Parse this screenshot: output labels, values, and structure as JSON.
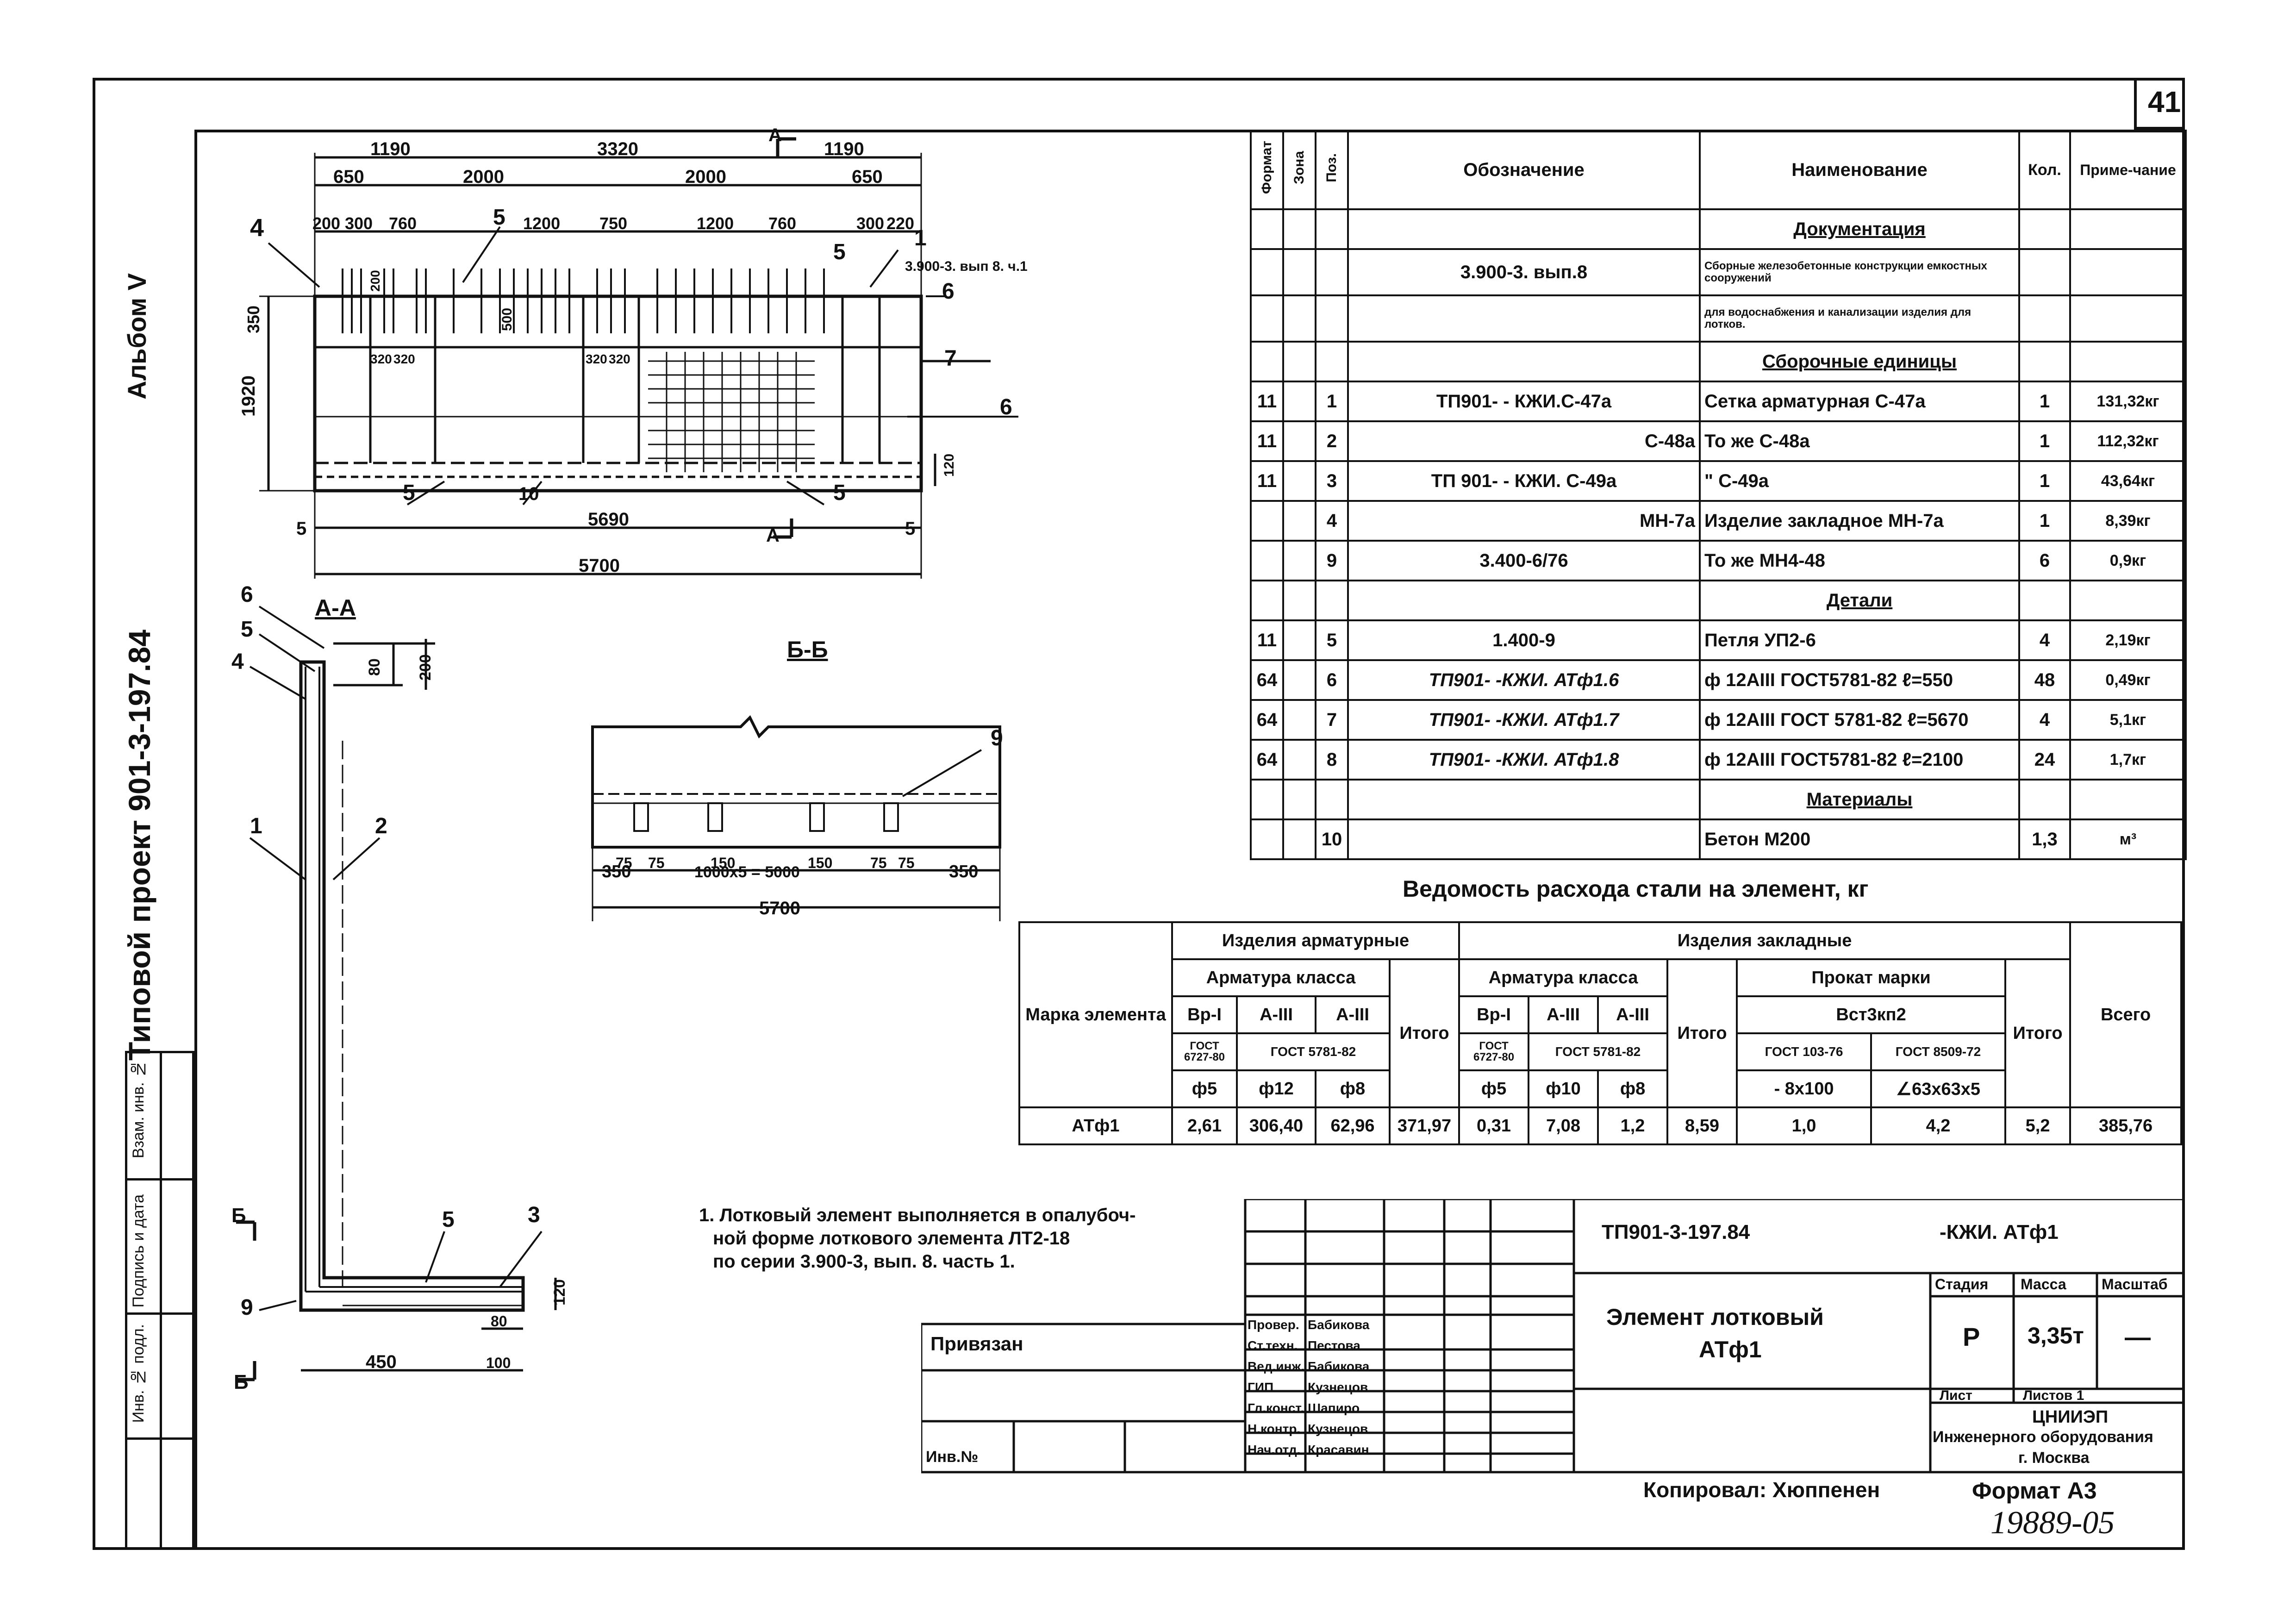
{
  "sheet": {
    "number": "41",
    "album": "Альбом V",
    "project": "Типовой проект 901-3-197.84",
    "copied_by": "Копировал: Хюппенен",
    "format": "Формат А3",
    "stamp_number": "19889-05"
  },
  "side_stamp": {
    "inv_podl": "Инв. № подл.",
    "podpis": "Подпись и дата",
    "vzam": "Взам. инв. №"
  },
  "drawing": {
    "plan_dims": {
      "top_1190_left": "1190",
      "top_3320": "3320",
      "top_1190_right": "1190",
      "d650_l": "650",
      "d2000_l": "2000",
      "d2000_r": "2000",
      "d650_r": "650",
      "d200": "200",
      "d300": "300",
      "d760_l": "760",
      "d1200_l": "1200",
      "d750": "750",
      "d1200_r": "1200",
      "d760_r": "760",
      "d300_r": "300",
      "d220": "220",
      "d350": "350",
      "d1920": "1920",
      "d200v": "200",
      "d500": "500",
      "d120": "120",
      "d320a": "320",
      "d320b": "320",
      "d320c": "320",
      "d320d": "320",
      "d5_left": "5",
      "d5690": "5690",
      "d5_right": "5",
      "d5700": "5700",
      "ref_note": "3.900-3. вып 8. ч.1"
    },
    "plan_labels": {
      "l4": "4",
      "l5a": "5",
      "l5b": "5",
      "l1": "1",
      "l6a": "6",
      "l7": "7",
      "l6b": "6",
      "l5c": "5",
      "l10": "10",
      "l5d": "5",
      "cutA_top": "А",
      "cutA_bottom": "А"
    },
    "section_aa": {
      "title": "А-А",
      "l6": "6",
      "l5": "5",
      "l4": "4",
      "l1": "1",
      "l2": "2",
      "l5b": "5",
      "l3": "3",
      "l9": "9",
      "cutB_top": "Б",
      "cutB_bottom": "Б",
      "d80": "80",
      "d200": "200",
      "d120": "120",
      "d80b": "80",
      "d100": "100",
      "d450": "450"
    },
    "section_bb": {
      "title": "Б-Б",
      "l9": "9",
      "d75a": "75",
      "d75b": "75",
      "d150a": "150",
      "d150b": "150",
      "d75c": "75",
      "d75d": "75",
      "d350_l": "350",
      "d1000": "1000х5 = 5000",
      "d350_r": "350",
      "d5700": "5700"
    }
  },
  "spec": {
    "headers": {
      "format": "Формат",
      "zone": "Зона",
      "pos": "Поз.",
      "designation": "Обозначение",
      "name": "Наименование",
      "qty": "Кол.",
      "note": "Приме-чание"
    },
    "rows": [
      {
        "f": "",
        "z": "",
        "p": "",
        "d": "",
        "n": "Документация",
        "q": "",
        "note": "",
        "section": true
      },
      {
        "f": "",
        "z": "",
        "p": "",
        "d": "3.900-3. вып.8",
        "n": "Сборные железобетонные конструкции емкостных сооружений",
        "q": "",
        "note": "",
        "small": true
      },
      {
        "f": "",
        "z": "",
        "p": "",
        "d": "",
        "n": "для водоснабжения и канализации изделия для лотков.",
        "q": "",
        "note": "",
        "small": true
      },
      {
        "f": "",
        "z": "",
        "p": "",
        "d": "",
        "n": "Сборочные единицы",
        "q": "",
        "note": "",
        "section": true
      },
      {
        "f": "11",
        "z": "",
        "p": "1",
        "d": "ТП901-      - КЖИ.С-47а",
        "n": "Сетка арматурная  С-47а",
        "q": "1",
        "note": "131,32кг"
      },
      {
        "f": "11",
        "z": "",
        "p": "2",
        "d": "С-48а",
        "n": "То же          С-48а",
        "q": "1",
        "note": "112,32кг"
      },
      {
        "f": "11",
        "z": "",
        "p": "3",
        "d": "ТП 901-     - КЖИ. С-49а",
        "n": "\"            С-49а",
        "q": "1",
        "note": "43,64кг"
      },
      {
        "f": "",
        "z": "",
        "p": "4",
        "d": "МН-7а",
        "n": "Изделие закладное МН-7а",
        "q": "1",
        "note": "8,39кг"
      },
      {
        "f": "",
        "z": "",
        "p": "9",
        "d": "3.400-6/76",
        "n": "То же        МН4-48",
        "q": "6",
        "note": "0,9кг"
      },
      {
        "f": "",
        "z": "",
        "p": "",
        "d": "",
        "n": "Детали",
        "q": "",
        "note": "",
        "section": true
      },
      {
        "f": "11",
        "z": "",
        "p": "5",
        "d": "1.400-9",
        "n": "Петля          УП2-6",
        "q": "4",
        "note": "2,19кг"
      },
      {
        "f": "64",
        "z": "",
        "p": "6",
        "d": "ТП901-        -КЖИ. АТф1.6",
        "n": "ф 12АIII ГОСТ5781-82  ℓ=550",
        "q": "48",
        "note": "0,49кг"
      },
      {
        "f": "64",
        "z": "",
        "p": "7",
        "d": "ТП901-        -КЖИ. АТф1.7",
        "n": "ф 12АIII ГОСТ 5781-82  ℓ=5670",
        "q": "4",
        "note": "5,1кг"
      },
      {
        "f": "64",
        "z": "",
        "p": "8",
        "d": "ТП901-        -КЖИ. АТф1.8",
        "n": "ф 12АIII ГОСТ5781-82  ℓ=2100",
        "q": "24",
        "note": "1,7кг"
      },
      {
        "f": "",
        "z": "",
        "p": "",
        "d": "",
        "n": "Материалы",
        "q": "",
        "note": "",
        "section": true
      },
      {
        "f": "",
        "z": "",
        "p": "10",
        "d": "",
        "n": "Бетон М200",
        "q": "1,3",
        "note": "м³"
      }
    ]
  },
  "steel": {
    "title": "Ведомость расхода стали на элемент, кг",
    "mark_label": "Марка элемента",
    "arm_products": "Изделия  арматурные",
    "embed_products": "Изделия  закладные",
    "arm_class_1": "Арматура  класса",
    "arm_class_2": "Арматура  класса",
    "prokat": "Прокат  марки",
    "vst": "Вст3кп2",
    "total": "Итого",
    "grand_total": "Всего",
    "c1": "Вр-I",
    "c2": "А-III",
    "c3": "А-III",
    "c4": "Вр-I",
    "c5": "А-III",
    "c6": "А-III",
    "g1": "ГОСТ 6727-80",
    "g2": "ГОСТ 5781-82",
    "g3": "ГОСТ 6727-80",
    "g4": "ГОСТ 5781-82",
    "g5": "ГОСТ 103-76",
    "g6": "ГОСТ 8509-72",
    "d1": "ф5",
    "d2": "ф12",
    "d3": "ф8",
    "d4": "ф5",
    "d5": "ф10",
    "d6": "ф8",
    "d7": "- 8х100",
    "d8": "∠63х63х5",
    "row": {
      "mark": "АТф1",
      "v1": "2,61",
      "v2": "306,40",
      "v3": "62,96",
      "t1": "371,97",
      "v4": "0,31",
      "v5": "7,08",
      "v6": "1,2",
      "t2": "8,59",
      "v7": "1,0",
      "v8": "4,2",
      "t3": "5,2",
      "grand": "385,76"
    }
  },
  "note": {
    "line1": "1. Лотковый элемент выполняется в опалубоч-",
    "line2": "ной форме лоткового элемента ЛТ2-18",
    "line3": "по серии  3.900-3, вып. 8. часть 1."
  },
  "title_block": {
    "code": "ТП901-3-197.84",
    "sheet_code": "-КЖИ. АТф1",
    "element_name_1": "Элемент лотковый",
    "element_name_2": "АТф1",
    "stage_label": "Стадия",
    "mass_label": "Масса",
    "scale_label": "Масштаб",
    "stage": "Р",
    "mass": "3,35т",
    "scale": "—",
    "sheet_label": "Лист",
    "sheets_label": "Листов 1",
    "org1": "ЦНИИЭП",
    "org2": "Инженерного оборудования",
    "org3": "г. Москва",
    "bound": "Привязан",
    "inv": "Инв.№",
    "roles": [
      {
        "role": "Провер.",
        "name": "Бабикова"
      },
      {
        "role": "Ст.техн.",
        "name": "Пестова"
      },
      {
        "role": "Вед.инж.",
        "name": "Бабикова"
      },
      {
        "role": "ГИП",
        "name": "Кузнецов"
      },
      {
        "role": "Гл.конст.",
        "name": "Шапиро"
      },
      {
        "role": "Н.контр.",
        "name": "Кузнецов"
      },
      {
        "role": "Нач.отд.",
        "name": "Красавин"
      }
    ]
  }
}
